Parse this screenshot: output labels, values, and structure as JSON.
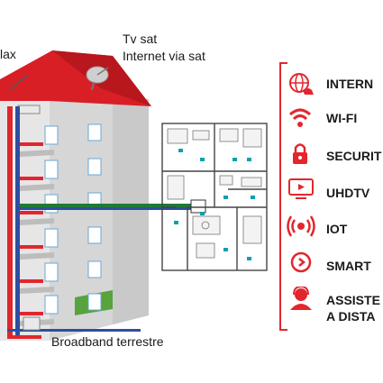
{
  "labels": {
    "left_clipped": "lax",
    "sat_line1": "Tv sat",
    "sat_line2": "Internet via sat",
    "broadband": "Broadband terrestre"
  },
  "services": [
    {
      "label": "INTERN",
      "icon": "globe-hand-icon"
    },
    {
      "label": "WI-FI",
      "icon": "wifi-icon"
    },
    {
      "label": "SECURIT",
      "icon": "padlock-icon"
    },
    {
      "label": "UHDTV",
      "icon": "tv-play-icon"
    },
    {
      "label": "IOT",
      "icon": "broadcast-icon"
    },
    {
      "label": "SMART",
      "icon": "circle-arrow-icon"
    },
    {
      "label": "ASSISTE",
      "label2": "A DISTA",
      "icon": "person-headset-icon"
    }
  ],
  "colors": {
    "roof_red": "#d81f26",
    "cable_red": "#e3262d",
    "cable_blue": "#2b4fa0",
    "cable_green": "#1f7a35",
    "bracket_red": "#e3262d"
  }
}
